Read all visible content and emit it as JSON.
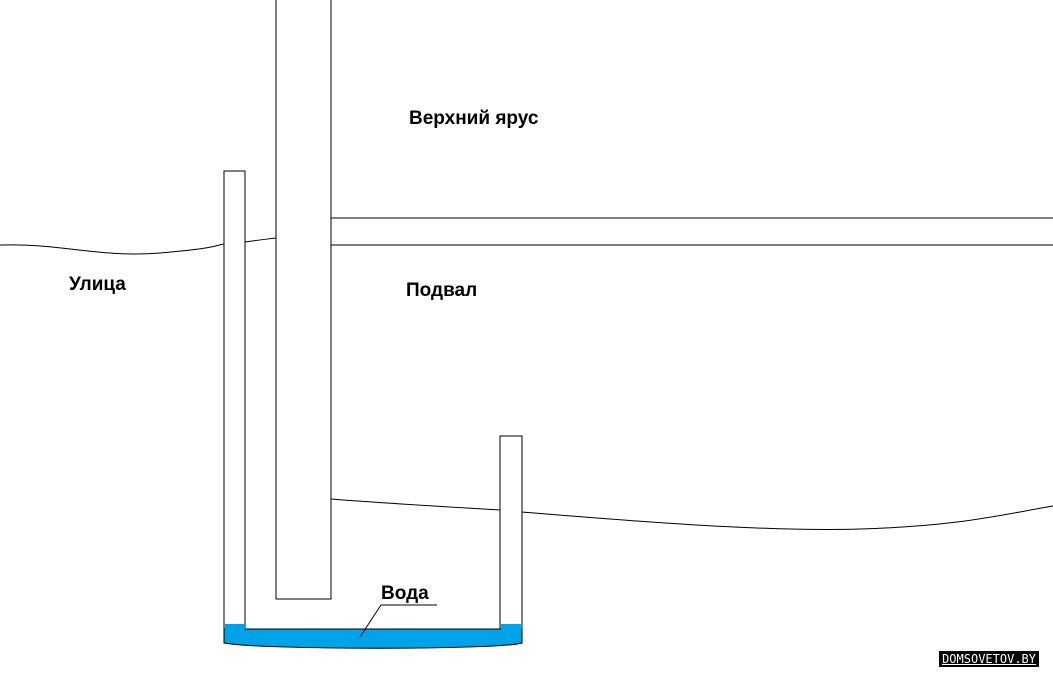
{
  "labels": {
    "upper_tier": "Верхний ярус",
    "street": "Улица",
    "basement": "Подвал",
    "water": "Вода"
  },
  "watermark": "DOMSOVETOV.BY",
  "colors": {
    "background": "#ffffff",
    "line": "#000000",
    "water": "#00a2e8"
  }
}
